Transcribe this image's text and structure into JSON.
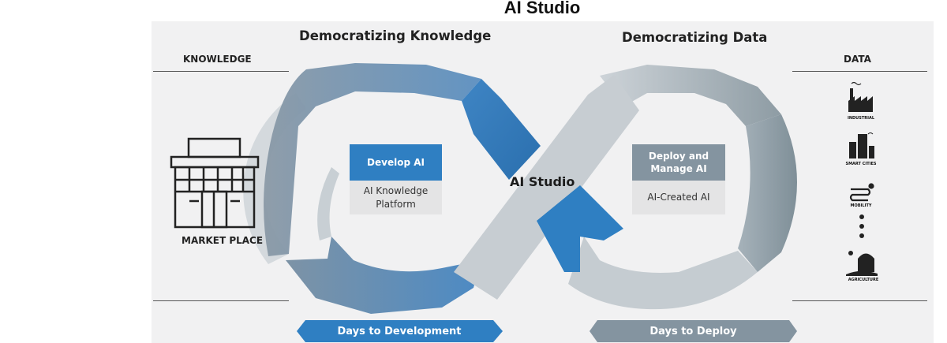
{
  "title": "AI Studio",
  "headings": {
    "left": "Democratizing Knowledge",
    "right": "Democratizing Data"
  },
  "knowledge": {
    "title": "KNOWLEDGE",
    "market_place": "MARKET PLACE"
  },
  "data_panel": {
    "title": "DATA",
    "items": [
      {
        "label": "INDUSTRIAL",
        "icon": "factory-icon"
      },
      {
        "label": "SMART CITIES",
        "icon": "buildings-icon"
      },
      {
        "label": "MOBILITY",
        "icon": "route-icon"
      },
      {
        "label": "AGRICULTURE",
        "icon": "barn-icon"
      }
    ]
  },
  "boxes": {
    "develop": {
      "head": "Develop AI",
      "body_line1": "AI Knowledge",
      "body_line2": "Platform"
    },
    "deploy": {
      "head_line1": "Deploy and",
      "head_line2": "Manage AI",
      "body": "AI-Created AI"
    }
  },
  "center_label": "AI Studio",
  "banners": {
    "left": "Days to Development",
    "right": "Days to Deploy"
  },
  "colors": {
    "blue": "#2f7fc2",
    "grey_blue": "#8494a0",
    "panel": "#f1f1f2"
  }
}
